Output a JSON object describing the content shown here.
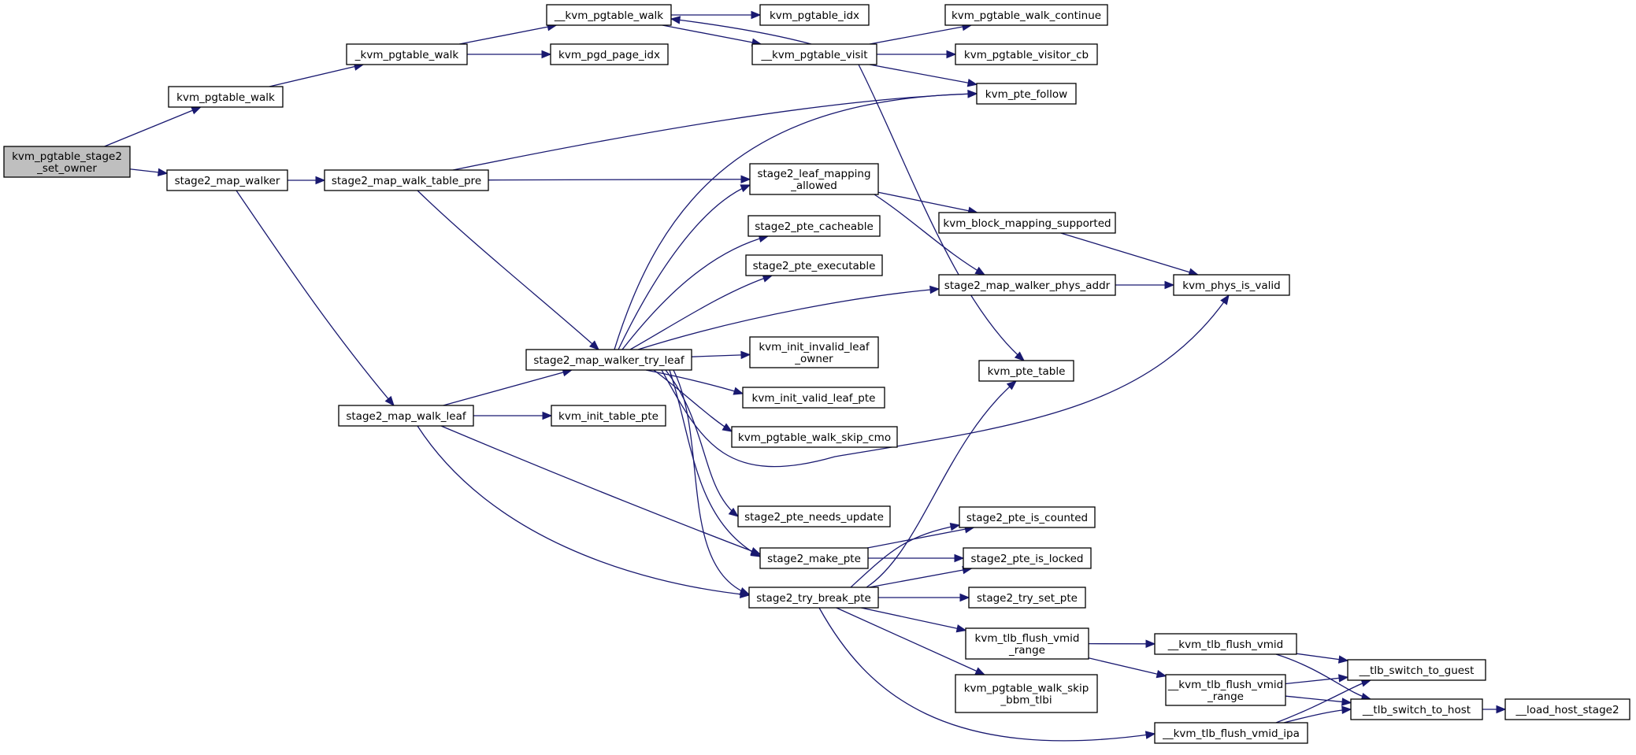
{
  "diagram": {
    "nodes": [
      {
        "id": "root",
        "lines": [
          "kvm_pgtable_stage2",
          "_set_owner"
        ],
        "highlight": true
      },
      {
        "id": "kvm_pgtable_walk",
        "lines": [
          "kvm_pgtable_walk"
        ]
      },
      {
        "id": "stage2_map_walker",
        "lines": [
          "stage2_map_walker"
        ]
      },
      {
        "id": "_kvm_pgtable_walk",
        "lines": [
          "_kvm_pgtable_walk"
        ]
      },
      {
        "id": "__kvm_pgtable_walk",
        "lines": [
          "__kvm_pgtable_walk"
        ]
      },
      {
        "id": "kvm_pgtable_idx",
        "lines": [
          "kvm_pgtable_idx"
        ]
      },
      {
        "id": "kvm_pgd_page_idx",
        "lines": [
          "kvm_pgd_page_idx"
        ]
      },
      {
        "id": "__kvm_pgtable_visit",
        "lines": [
          "__kvm_pgtable_visit"
        ]
      },
      {
        "id": "kvm_pgtable_walk_continue",
        "lines": [
          "kvm_pgtable_walk_continue"
        ]
      },
      {
        "id": "kvm_pgtable_visitor_cb",
        "lines": [
          "kvm_pgtable_visitor_cb"
        ]
      },
      {
        "id": "kvm_pte_follow",
        "lines": [
          "kvm_pte_follow"
        ]
      },
      {
        "id": "stage2_map_walk_table_pre",
        "lines": [
          "stage2_map_walk_table_pre"
        ]
      },
      {
        "id": "stage2_leaf_mapping_allowed",
        "lines": [
          "stage2_leaf_mapping",
          "_allowed"
        ]
      },
      {
        "id": "kvm_block_mapping_supported",
        "lines": [
          "kvm_block_mapping_supported"
        ]
      },
      {
        "id": "stage2_pte_cacheable",
        "lines": [
          "stage2_pte_cacheable"
        ]
      },
      {
        "id": "stage2_pte_executable",
        "lines": [
          "stage2_pte_executable"
        ]
      },
      {
        "id": "stage2_map_walker_phys_addr",
        "lines": [
          "stage2_map_walker_phys_addr"
        ]
      },
      {
        "id": "kvm_phys_is_valid",
        "lines": [
          "kvm_phys_is_valid"
        ]
      },
      {
        "id": "stage2_map_walker_try_leaf",
        "lines": [
          "stage2_map_walker_try_leaf"
        ]
      },
      {
        "id": "kvm_init_invalid_leaf_owner",
        "lines": [
          "kvm_init_invalid_leaf",
          "_owner"
        ]
      },
      {
        "id": "kvm_pte_table",
        "lines": [
          "kvm_pte_table"
        ]
      },
      {
        "id": "kvm_init_valid_leaf_pte",
        "lines": [
          "kvm_init_valid_leaf_pte"
        ]
      },
      {
        "id": "stage2_map_walk_leaf",
        "lines": [
          "stage2_map_walk_leaf"
        ]
      },
      {
        "id": "kvm_init_table_pte",
        "lines": [
          "kvm_init_table_pte"
        ]
      },
      {
        "id": "kvm_pgtable_walk_skip_cmo",
        "lines": [
          "kvm_pgtable_walk_skip_cmo"
        ]
      },
      {
        "id": "stage2_pte_needs_update",
        "lines": [
          "stage2_pte_needs_update"
        ]
      },
      {
        "id": "stage2_pte_is_counted",
        "lines": [
          "stage2_pte_is_counted"
        ]
      },
      {
        "id": "stage2_make_pte",
        "lines": [
          "stage2_make_pte"
        ]
      },
      {
        "id": "stage2_pte_is_locked",
        "lines": [
          "stage2_pte_is_locked"
        ]
      },
      {
        "id": "stage2_try_break_pte",
        "lines": [
          "stage2_try_break_pte"
        ]
      },
      {
        "id": "stage2_try_set_pte",
        "lines": [
          "stage2_try_set_pte"
        ]
      },
      {
        "id": "kvm_tlb_flush_vmid_range",
        "lines": [
          "kvm_tlb_flush_vmid",
          "_range"
        ]
      },
      {
        "id": "__kvm_tlb_flush_vmid",
        "lines": [
          "__kvm_tlb_flush_vmid"
        ]
      },
      {
        "id": "__tlb_switch_to_guest",
        "lines": [
          "__tlb_switch_to_guest"
        ]
      },
      {
        "id": "__kvm_tlb_flush_vmid_range",
        "lines": [
          "__kvm_tlb_flush_vmid",
          "_range"
        ]
      },
      {
        "id": "kvm_pgtable_walk_skip_bbm_tlbi",
        "lines": [
          "kvm_pgtable_walk_skip",
          "_bbm_tlbi"
        ]
      },
      {
        "id": "__tlb_switch_to_host",
        "lines": [
          "__tlb_switch_to_host"
        ]
      },
      {
        "id": "__load_host_stage2",
        "lines": [
          "__load_host_stage2"
        ]
      },
      {
        "id": "__kvm_tlb_flush_vmid_ipa",
        "lines": [
          "__kvm_tlb_flush_vmid_ipa"
        ]
      }
    ],
    "edges": [
      {
        "from": "root",
        "to": "kvm_pgtable_walk"
      },
      {
        "from": "root",
        "to": "stage2_map_walker"
      },
      {
        "from": "kvm_pgtable_walk",
        "to": "_kvm_pgtable_walk"
      },
      {
        "from": "_kvm_pgtable_walk",
        "to": "__kvm_pgtable_walk"
      },
      {
        "from": "_kvm_pgtable_walk",
        "to": "kvm_pgd_page_idx"
      },
      {
        "from": "__kvm_pgtable_walk",
        "to": "kvm_pgtable_idx"
      },
      {
        "from": "__kvm_pgtable_walk",
        "to": "__kvm_pgtable_visit"
      },
      {
        "from": "__kvm_pgtable_visit",
        "to": "__kvm_pgtable_walk"
      },
      {
        "from": "__kvm_pgtable_visit",
        "to": "kvm_pgtable_walk_continue"
      },
      {
        "from": "__kvm_pgtable_visit",
        "to": "kvm_pgtable_visitor_cb"
      },
      {
        "from": "__kvm_pgtable_visit",
        "to": "kvm_pte_follow"
      },
      {
        "from": "__kvm_pgtable_visit",
        "to": "kvm_pte_table"
      },
      {
        "from": "stage2_map_walker",
        "to": "stage2_map_walk_table_pre"
      },
      {
        "from": "stage2_map_walker",
        "to": "stage2_map_walk_leaf"
      },
      {
        "from": "stage2_map_walk_table_pre",
        "to": "kvm_pte_follow"
      },
      {
        "from": "stage2_map_walk_table_pre",
        "to": "stage2_leaf_mapping_allowed"
      },
      {
        "from": "stage2_map_walk_table_pre",
        "to": "stage2_map_walker_try_leaf"
      },
      {
        "from": "stage2_leaf_mapping_allowed",
        "to": "kvm_block_mapping_supported"
      },
      {
        "from": "stage2_leaf_mapping_allowed",
        "to": "stage2_map_walker_phys_addr"
      },
      {
        "from": "kvm_block_mapping_supported",
        "to": "kvm_phys_is_valid"
      },
      {
        "from": "stage2_map_walker_phys_addr",
        "to": "kvm_phys_is_valid"
      },
      {
        "from": "stage2_map_walker_try_leaf",
        "to": "kvm_pte_follow"
      },
      {
        "from": "stage2_map_walker_try_leaf",
        "to": "stage2_leaf_mapping_allowed"
      },
      {
        "from": "stage2_map_walker_try_leaf",
        "to": "stage2_pte_cacheable"
      },
      {
        "from": "stage2_map_walker_try_leaf",
        "to": "stage2_pte_executable"
      },
      {
        "from": "stage2_map_walker_try_leaf",
        "to": "stage2_map_walker_phys_addr"
      },
      {
        "from": "stage2_map_walker_try_leaf",
        "to": "kvm_init_invalid_leaf_owner"
      },
      {
        "from": "stage2_map_walker_try_leaf",
        "to": "kvm_init_valid_leaf_pte"
      },
      {
        "from": "stage2_map_walker_try_leaf",
        "to": "kvm_pgtable_walk_skip_cmo"
      },
      {
        "from": "stage2_map_walker_try_leaf",
        "to": "kvm_phys_is_valid"
      },
      {
        "from": "stage2_map_walker_try_leaf",
        "to": "stage2_pte_needs_update"
      },
      {
        "from": "stage2_map_walker_try_leaf",
        "to": "stage2_make_pte"
      },
      {
        "from": "stage2_map_walker_try_leaf",
        "to": "stage2_try_break_pte"
      },
      {
        "from": "stage2_map_walk_leaf",
        "to": "stage2_map_walker_try_leaf"
      },
      {
        "from": "stage2_map_walk_leaf",
        "to": "kvm_init_table_pte"
      },
      {
        "from": "stage2_map_walk_leaf",
        "to": "stage2_make_pte"
      },
      {
        "from": "stage2_map_walk_leaf",
        "to": "stage2_try_break_pte"
      },
      {
        "from": "stage2_make_pte",
        "to": "stage2_pte_is_counted"
      },
      {
        "from": "stage2_make_pte",
        "to": "stage2_pte_is_locked"
      },
      {
        "from": "stage2_try_break_pte",
        "to": "kvm_pte_table"
      },
      {
        "from": "stage2_try_break_pte",
        "to": "stage2_pte_is_counted"
      },
      {
        "from": "stage2_try_break_pte",
        "to": "stage2_pte_is_locked"
      },
      {
        "from": "stage2_try_break_pte",
        "to": "stage2_try_set_pte"
      },
      {
        "from": "stage2_try_break_pte",
        "to": "kvm_tlb_flush_vmid_range"
      },
      {
        "from": "stage2_try_break_pte",
        "to": "kvm_pgtable_walk_skip_bbm_tlbi"
      },
      {
        "from": "stage2_try_break_pte",
        "to": "__kvm_tlb_flush_vmid_ipa"
      },
      {
        "from": "kvm_tlb_flush_vmid_range",
        "to": "__kvm_tlb_flush_vmid"
      },
      {
        "from": "kvm_tlb_flush_vmid_range",
        "to": "__kvm_tlb_flush_vmid_range"
      },
      {
        "from": "__kvm_tlb_flush_vmid",
        "to": "__tlb_switch_to_guest"
      },
      {
        "from": "__kvm_tlb_flush_vmid",
        "to": "__tlb_switch_to_host"
      },
      {
        "from": "__kvm_tlb_flush_vmid_range",
        "to": "__tlb_switch_to_guest"
      },
      {
        "from": "__kvm_tlb_flush_vmid_range",
        "to": "__tlb_switch_to_host"
      },
      {
        "from": "__kvm_tlb_flush_vmid_ipa",
        "to": "__tlb_switch_to_guest"
      },
      {
        "from": "__kvm_tlb_flush_vmid_ipa",
        "to": "__tlb_switch_to_host"
      },
      {
        "from": "__tlb_switch_to_host",
        "to": "__load_host_stage2"
      }
    ]
  }
}
